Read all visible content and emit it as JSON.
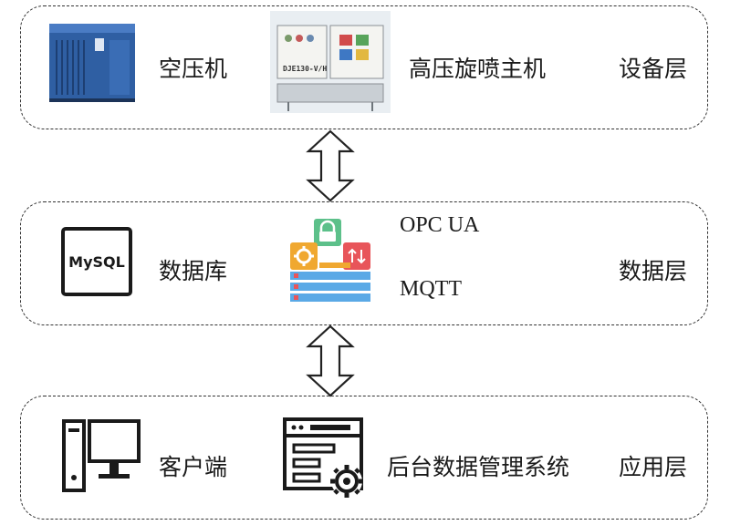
{
  "device_layer": {
    "air_compressor": "空压机",
    "jet_machine": "高压旋喷主机",
    "jet_machine_model": "DJE130-V/H",
    "layer_name": "设备层"
  },
  "data_layer": {
    "mysql_logo": "MySQL",
    "database": "数据库",
    "protocol_opcua": "OPC UA",
    "protocol_mqtt": "MQTT",
    "layer_name": "数据层"
  },
  "app_layer": {
    "client": "客户端",
    "backend": "后台数据管理系统",
    "layer_name": "应用层"
  },
  "colors": {
    "compressor_blue": "#2f5fa3",
    "lock_green": "#5cc08a",
    "gear_orange": "#f0a830",
    "arrow_red": "#e8555a",
    "stack_blue": "#5aa9e6"
  }
}
